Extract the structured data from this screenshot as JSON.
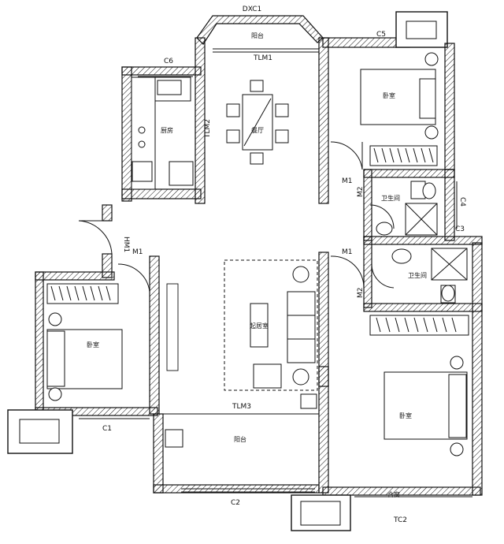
{
  "labels": {
    "dxc1": "DXC1",
    "c5": "C5",
    "c6": "C6",
    "c4": "C4",
    "c3": "C3",
    "c1": "C1",
    "c2": "C2",
    "tc2": "TC2",
    "tlm1": "TLM1",
    "tlm2": "TLM2",
    "tlm3": "TLM3",
    "hm1": "HM1",
    "m1_left": "M1",
    "m1_top": "M1",
    "m1_mid": "M1",
    "m2_top": "M2",
    "m2_bottom": "M2"
  },
  "rooms": {
    "balcony_top": "阳台",
    "kitchen": "厨房",
    "dining": "餐厅",
    "bedroom_top_right": "卧室",
    "bath_top": "卫生间",
    "bath_bottom": "卫生间",
    "living": "起居室",
    "bedroom_left": "卧室",
    "balcony_bottom": "阳台",
    "bedroom_bottom_right": "卧室",
    "balcony_bottom_right": "合窗"
  }
}
